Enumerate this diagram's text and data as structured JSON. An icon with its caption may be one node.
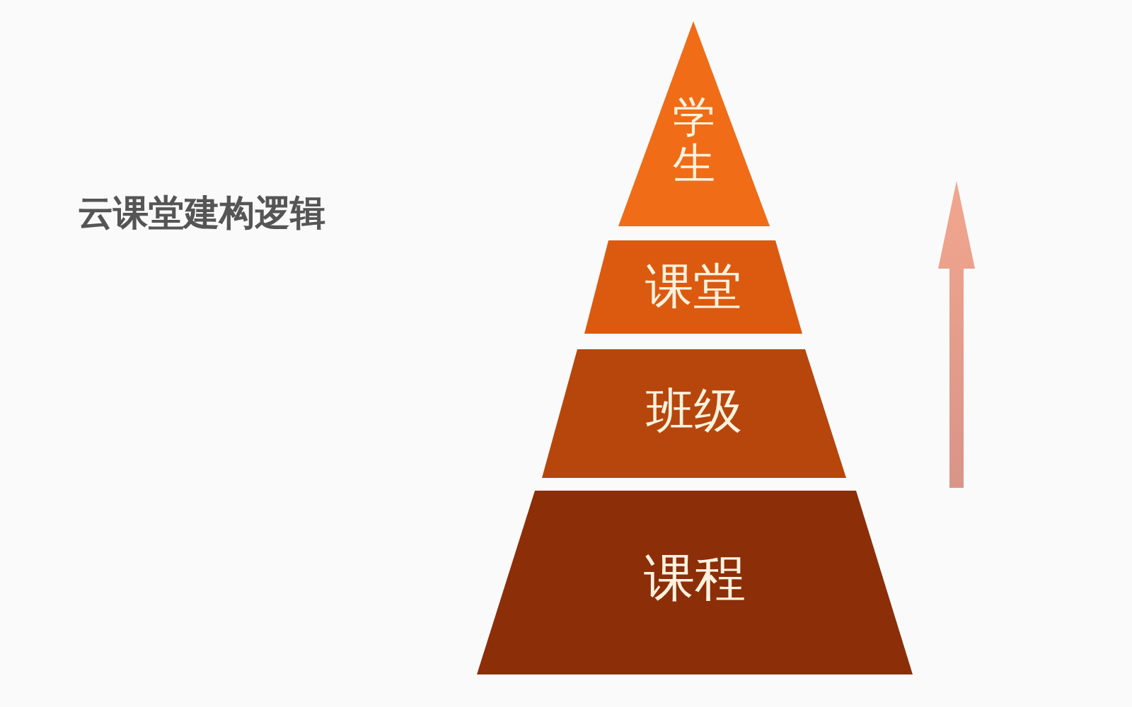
{
  "diagram": {
    "title": "云课堂建构逻辑",
    "nodes": [
      {
        "text": [
          "学生"
        ]
      },
      {
        "text": [
          "课堂"
        ]
      },
      {
        "text": [
          "班级"
        ]
      },
      {
        "text": [
          "课程"
        ]
      }
    ]
  }
}
